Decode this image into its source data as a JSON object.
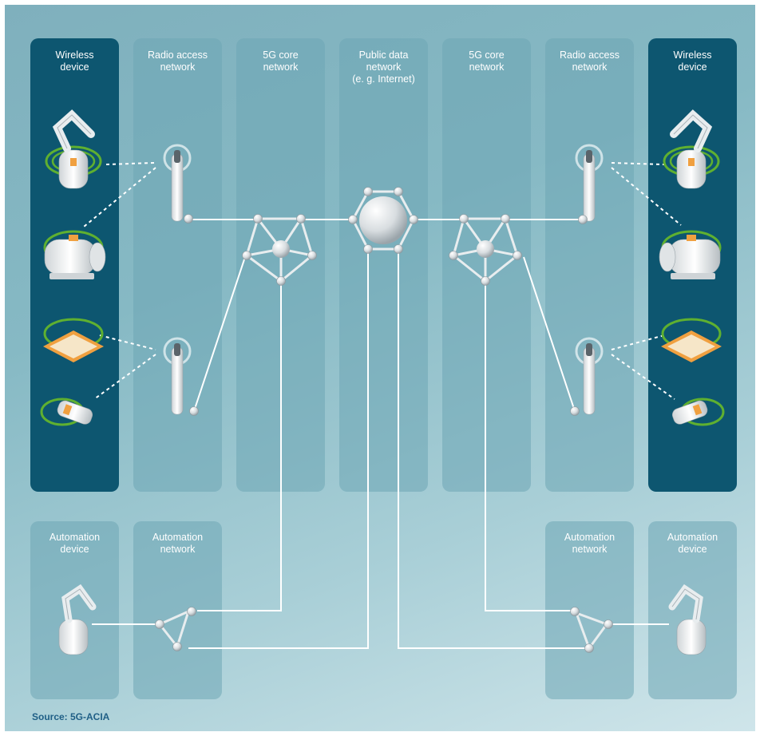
{
  "columns": {
    "wireless_device_left": "Wireless\ndevice",
    "ran_left": "Radio access\nnetwork",
    "core_left": "5G core\nnetwork",
    "public_data": "Public data\nnetwork\n(e. g. Internet)",
    "core_right": "5G core\nnetwork",
    "ran_right": "Radio access\nnetwork",
    "wireless_device_right": "Wireless\ndevice",
    "automation_device_left": "Automation\ndevice",
    "automation_network_left": "Automation\nnetwork",
    "automation_network_right": "Automation\nnetwork",
    "automation_device_right": "Automation\ndevice"
  },
  "source": "Source: 5G-ACIA",
  "colors": {
    "dark_column": "#0d5670",
    "light_column": "#6ea5b4",
    "source_text": "#1f5f86",
    "signal_green": "#5fb030",
    "panel_orange": "#f0a040"
  },
  "icons": [
    "robot-arm-icon",
    "motor-icon",
    "tablet-icon",
    "sensor-icon",
    "antenna-icon",
    "core-network-node-icon",
    "internet-globe-icon",
    "automation-switch-icon"
  ]
}
